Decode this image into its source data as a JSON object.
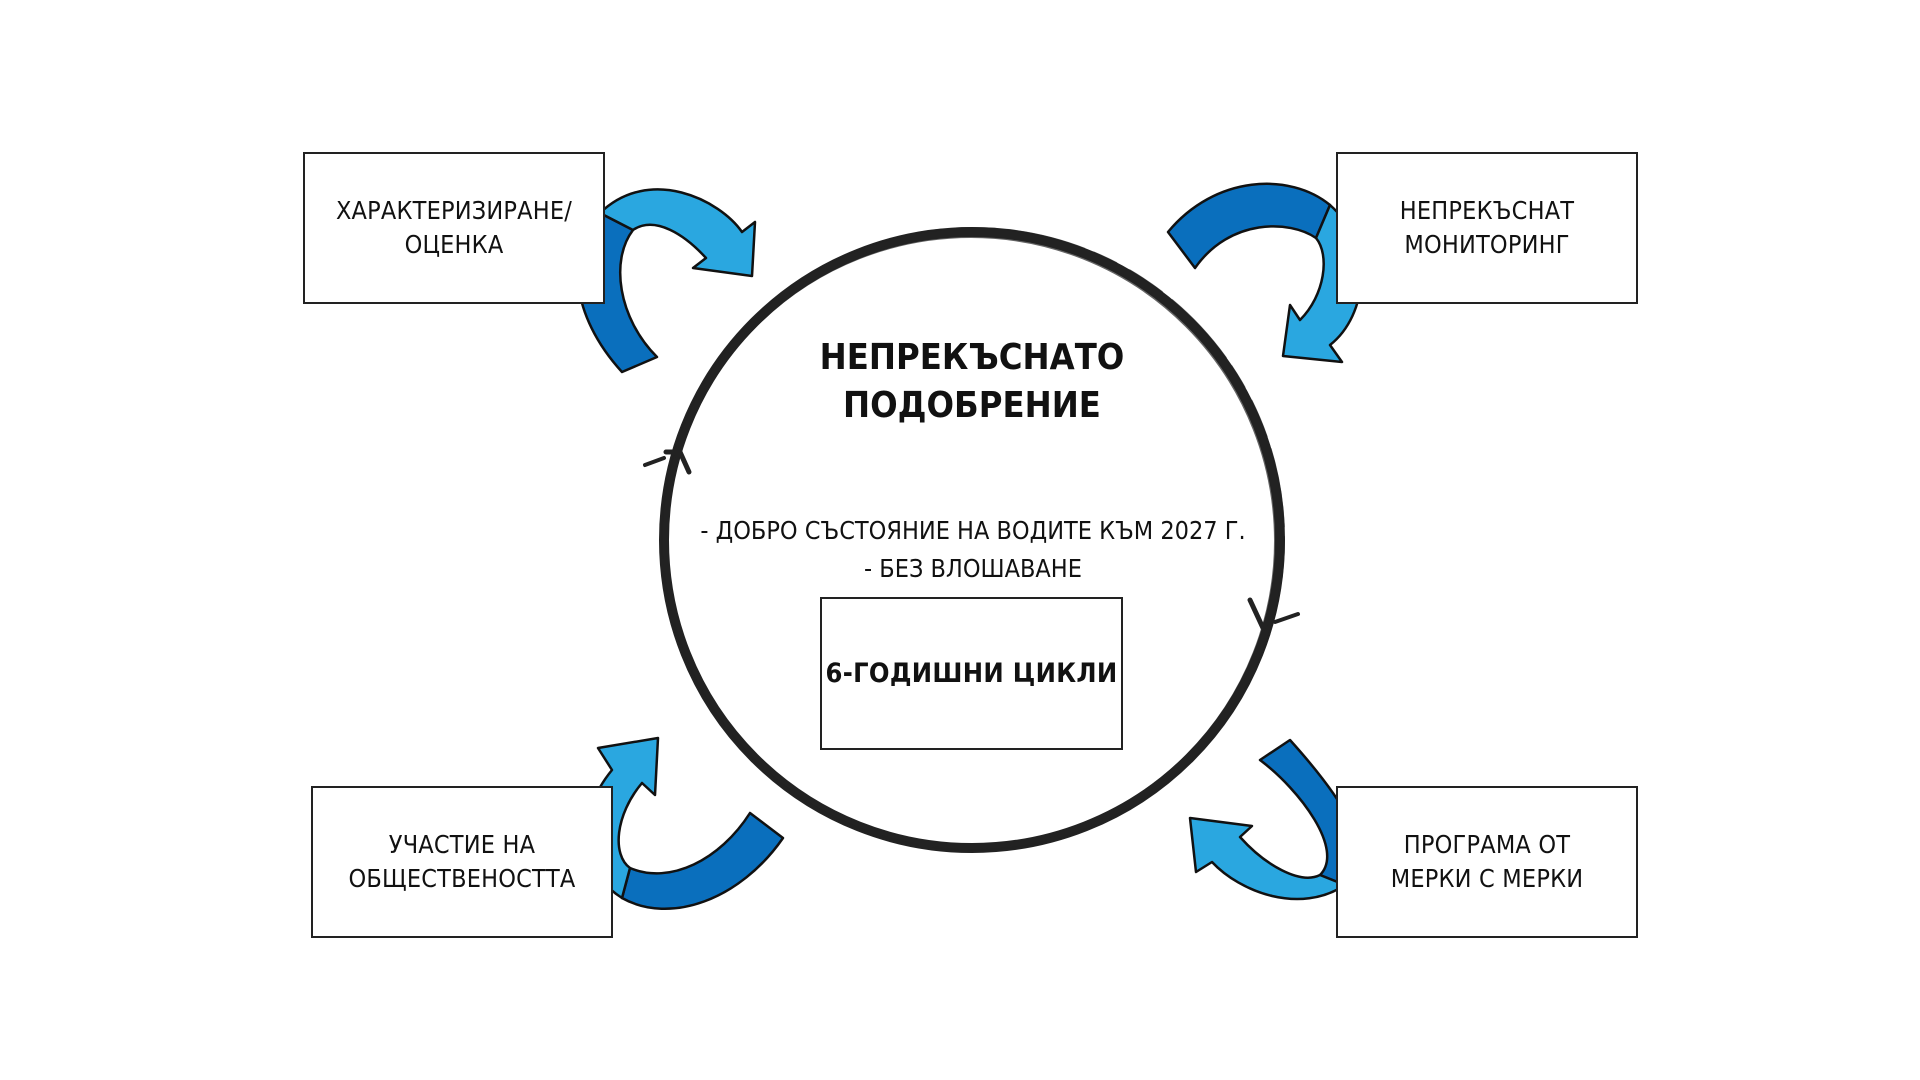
{
  "center": {
    "title": "НЕПРЕКЪСНАТО\nПОДОБРЕНИЕ",
    "goals": [
      "- ДОБРО СЪСТОЯНИЕ НА ВОДИТЕ КЪМ 2027 Г.",
      "- БЕЗ ВЛОШАВАНЕ"
    ],
    "cycle_box": "6-ГОДИШНИ ЦИКЛИ"
  },
  "stages": {
    "top_left": "ХАРАКТЕРИЗИРАНЕ/\nОЦЕНКА",
    "top_right": "НЕПРЕКЪСНАТ\nМОНИТОРИНГ",
    "bottom_left": "УЧАСТИЕ НА\nОБЩЕСТВЕНОСТТА",
    "bottom_right": "ПРОГРАМА ОТ\nМЕРКИ С МЕРКИ"
  },
  "colors": {
    "arrow_dark": "#0a6fbd",
    "arrow_light": "#2aa7e0",
    "circle": "#222222"
  }
}
